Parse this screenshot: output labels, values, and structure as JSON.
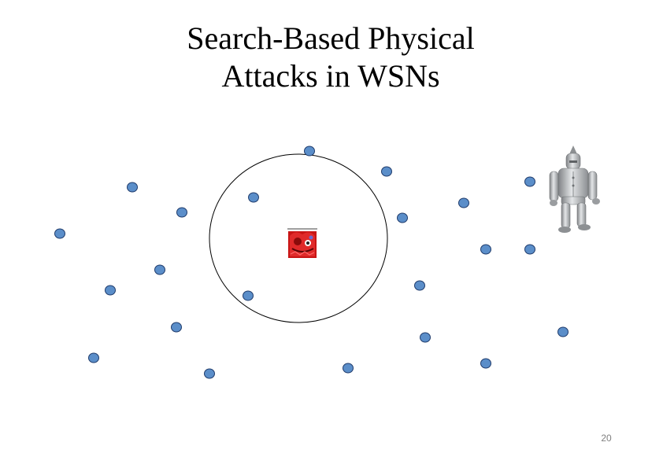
{
  "slide": {
    "title_line1": "Search-Based Physical",
    "title_line2": "Attacks in WSNs",
    "page_number": "20"
  },
  "colors": {
    "sensor_fill": "#5b8ec9",
    "sensor_stroke": "#1f3b6b",
    "range_circle": "#000000",
    "target_red": "#d11a1a",
    "robot_silver": "#a9abad"
  },
  "icons": {
    "attacker": "robot-icon",
    "target": "red-creature-icon",
    "sensor": "sensor-node-icon"
  }
}
